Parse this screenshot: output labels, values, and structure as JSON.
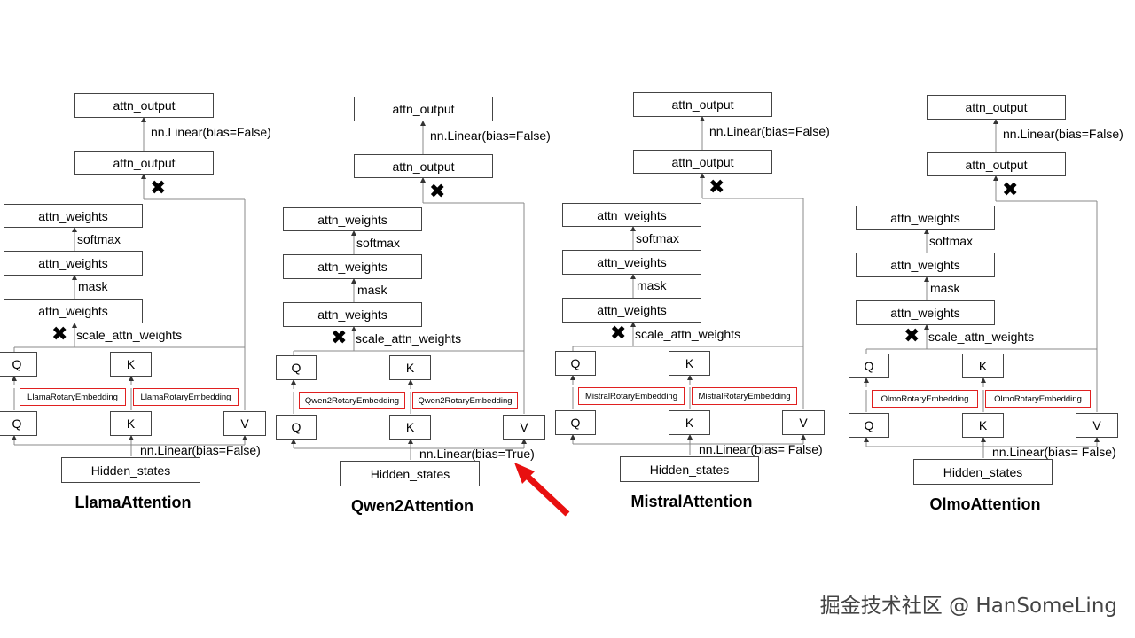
{
  "diagrams": [
    {
      "title": "LlamaAttention",
      "attn_output_top": "attn_output",
      "out_linear": "nn.Linear(bias=False)",
      "attn_output": "attn_output",
      "attn_weights_3": "attn_weights",
      "softmax": "softmax",
      "attn_weights_2": "attn_weights",
      "mask": "mask",
      "attn_weights_1": "attn_weights",
      "scale": "scale_attn_weights",
      "q_top": "Q",
      "k_top": "K",
      "rope_q": "LlamaRotaryEmbedding",
      "rope_k": "LlamaRotaryEmbedding",
      "q": "Q",
      "k": "K",
      "v": "V",
      "in_linear": "nn.Linear(bias=False)",
      "hidden": "Hidden_states"
    },
    {
      "title": "Qwen2Attention",
      "attn_output_top": "attn_output",
      "out_linear": "nn.Linear(bias=False)",
      "attn_output": "attn_output",
      "attn_weights_3": "attn_weights",
      "softmax": "softmax",
      "attn_weights_2": "attn_weights",
      "mask": "mask",
      "attn_weights_1": "attn_weights",
      "scale": "scale_attn_weights",
      "q_top": "Q",
      "k_top": "K",
      "rope_q": "Qwen2RotaryEmbedding",
      "rope_k": "Qwen2RotaryEmbedding",
      "q": "Q",
      "k": "K",
      "v": "V",
      "in_linear": "nn.Linear(bias=True)",
      "hidden": "Hidden_states"
    },
    {
      "title": "MistralAttention",
      "attn_output_top": "attn_output",
      "out_linear": "nn.Linear(bias=False)",
      "attn_output": "attn_output",
      "attn_weights_3": "attn_weights",
      "softmax": "softmax",
      "attn_weights_2": "attn_weights",
      "mask": "mask",
      "attn_weights_1": "attn_weights",
      "scale": "scale_attn_weights",
      "q_top": "Q",
      "k_top": "K",
      "rope_q": "MistralRotaryEmbedding",
      "rope_k": "MistralRotaryEmbedding",
      "q": "Q",
      "k": "K",
      "v": "V",
      "in_linear": "nn.Linear(bias= False)",
      "hidden": "Hidden_states"
    },
    {
      "title": "OlmoAttention",
      "attn_output_top": "attn_output",
      "out_linear": "nn.Linear(bias=False)",
      "attn_output": "attn_output",
      "attn_weights_3": "attn_weights",
      "softmax": "softmax",
      "attn_weights_2": "attn_weights",
      "mask": "mask",
      "attn_weights_1": "attn_weights",
      "scale": "scale_attn_weights",
      "q_top": "Q",
      "k_top": "K",
      "rope_q": "OlmoRotaryEmbedding",
      "rope_k": "OlmoRotaryEmbedding",
      "q": "Q",
      "k": "K",
      "v": "V",
      "in_linear": "nn.Linear(bias= False)",
      "hidden": "Hidden_states"
    }
  ],
  "watermark": "掘金技术社区 @ HanSomeLing",
  "colors": {
    "rope_border": "#e02020",
    "highlight_arrow": "#e81010"
  }
}
